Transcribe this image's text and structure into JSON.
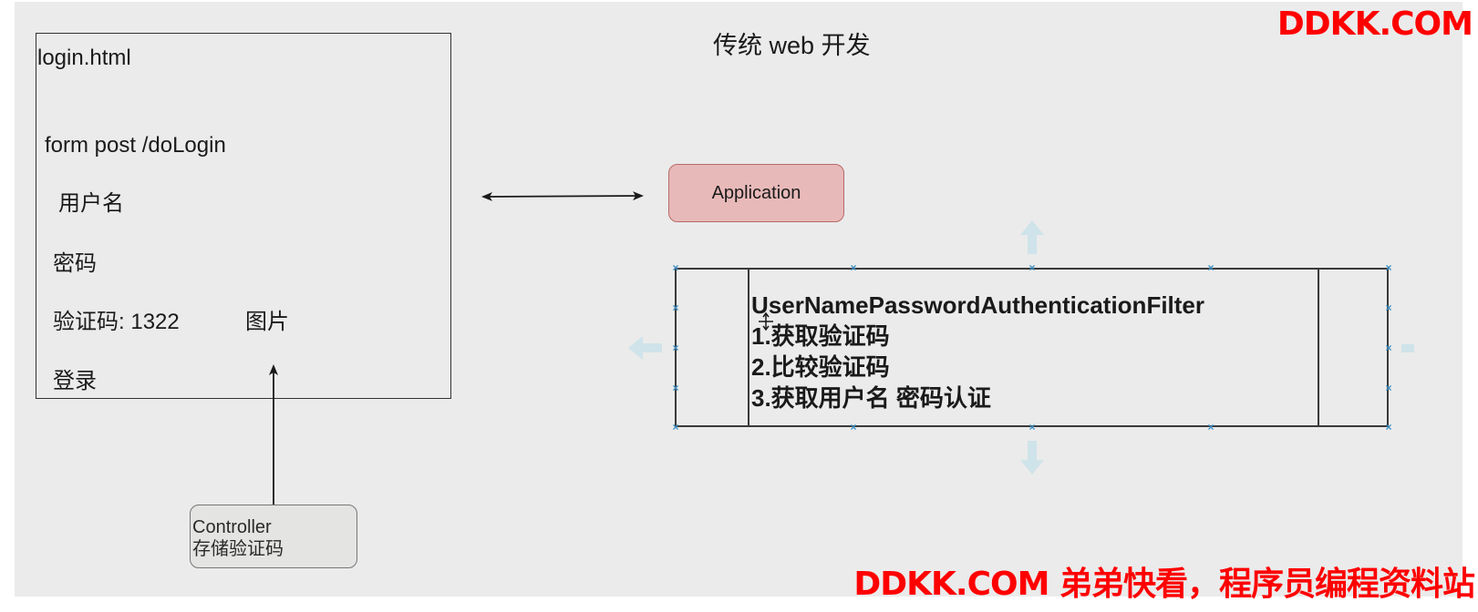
{
  "title": "传统 web 开发",
  "login_page": {
    "filename": "login.html",
    "form_line": "form  post  /doLogin",
    "username_label": "用户名",
    "password_label": "密码",
    "captcha_label": "验证码:",
    "captcha_value": "1322",
    "captcha_image_label": "图片",
    "login_button_label": "登录"
  },
  "application": {
    "label": "Application",
    "fill_color": "#e8b9b9",
    "border_color": "#b86a6a"
  },
  "controller": {
    "line1": "Controller",
    "line2": "存储验证码"
  },
  "filter": {
    "title": "UserNamePasswordAuthenticationFilter",
    "steps": [
      "1.获取验证码",
      "2.比较验证码",
      "3.获取用户名 密码认证"
    ]
  },
  "watermarks": {
    "top": "DDKK.COM",
    "bottom": "DDKK.COM 弟弟快看，程序员编程资料站",
    "color": "#ff0000"
  },
  "colors": {
    "canvas_bg": "#ebebeb",
    "selection_handle": "#3a8fc4",
    "hint_arrow": "#cfe3ea"
  }
}
